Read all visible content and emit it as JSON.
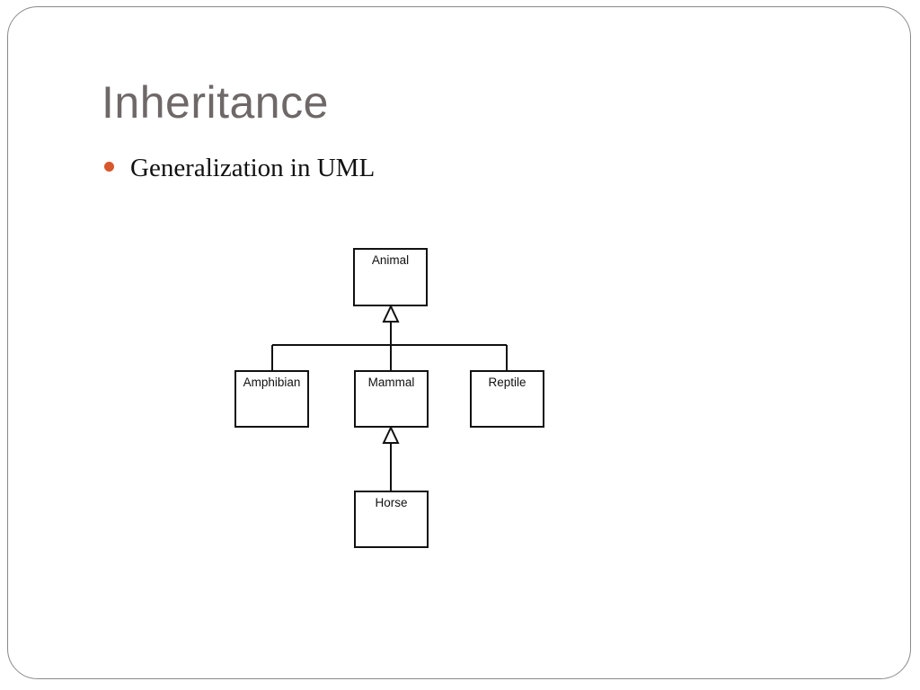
{
  "slide": {
    "title": "Inheritance",
    "bullets": [
      "Generalization in UML"
    ],
    "accent_color": "#d9572c",
    "title_color": "#6e6868"
  },
  "diagram": {
    "type": "uml-class-generalization",
    "classes": {
      "animal": "Animal",
      "amphibian": "Amphibian",
      "mammal": "Mammal",
      "reptile": "Reptile",
      "horse": "Horse"
    },
    "generalizations": [
      {
        "child": "Amphibian",
        "parent": "Animal"
      },
      {
        "child": "Mammal",
        "parent": "Animal"
      },
      {
        "child": "Reptile",
        "parent": "Animal"
      },
      {
        "child": "Horse",
        "parent": "Mammal"
      }
    ]
  }
}
